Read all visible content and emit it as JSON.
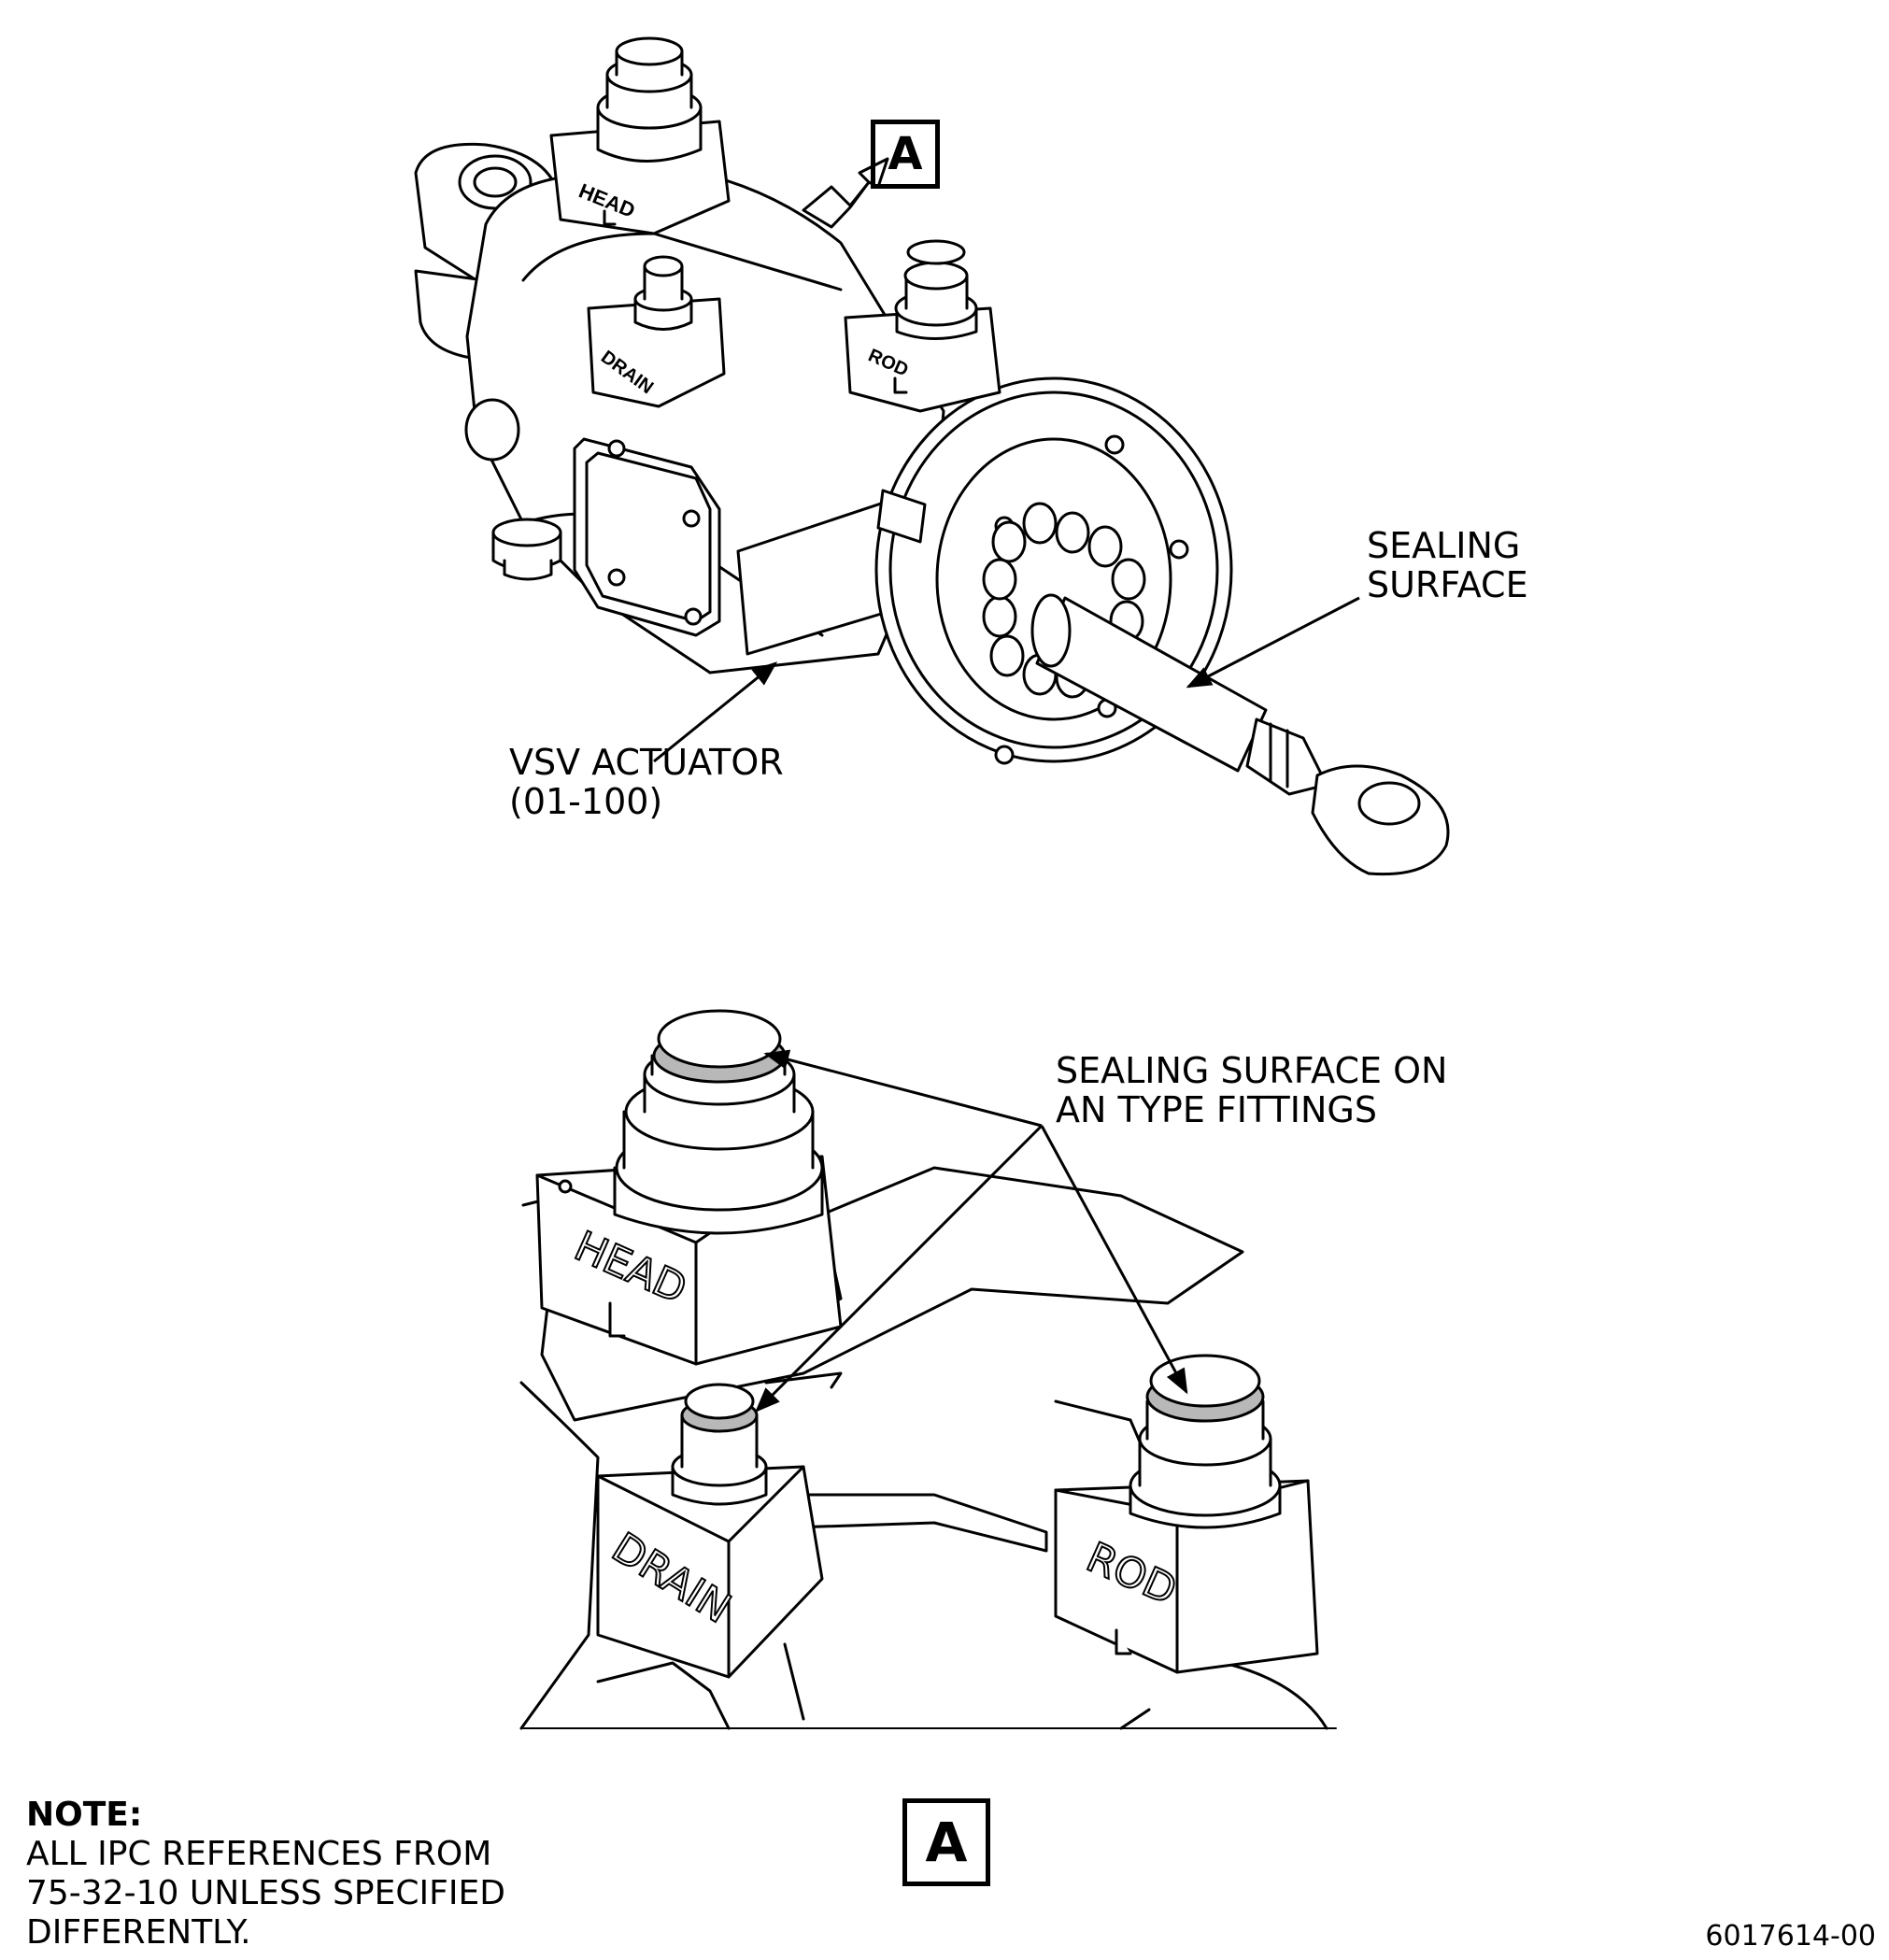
{
  "labels": {
    "sealing_surface": [
      "SEALING",
      "SURFACE"
    ],
    "vsv_actuator": [
      "VSV ACTUATOR",
      "(01-100)"
    ],
    "sealing_surface_on_an": [
      "SEALING SURFACE ON",
      "AN TYPE FITTINGS"
    ],
    "fitting_head": "HEAD",
    "fitting_drain": "DRAIN",
    "fitting_rod": "ROD"
  },
  "view_marker": "A",
  "note": {
    "title": "NOTE:",
    "lines": [
      "ALL IPC REFERENCES FROM",
      "75-32-10 UNLESS SPECIFIED",
      "DIFFERENTLY."
    ]
  },
  "figure_number": "6017614-00",
  "colors": {
    "line": "#000000",
    "sealing_band": "#b8b8b8",
    "background": "#ffffff"
  }
}
